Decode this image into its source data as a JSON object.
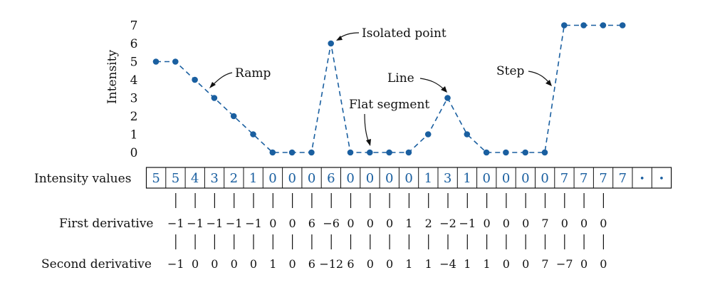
{
  "chart_data": {
    "type": "line",
    "ylabel": "Intensity",
    "y_ticks": [
      "0",
      "1",
      "2",
      "3",
      "4",
      "5",
      "6",
      "7"
    ],
    "ylim": [
      0,
      7
    ],
    "values": [
      5,
      5,
      4,
      3,
      2,
      1,
      0,
      0,
      0,
      6,
      0,
      0,
      0,
      0,
      1,
      3,
      1,
      0,
      0,
      0,
      0,
      7,
      7,
      7,
      7
    ],
    "line_style": "dashed",
    "color": "#1a5fa0",
    "annotations": [
      {
        "text": "Ramp",
        "point_index": 3
      },
      {
        "text": "Isolated point",
        "point_index": 9
      },
      {
        "text": "Flat segment",
        "point_index": 11
      },
      {
        "text": "Line",
        "point_index": 15
      },
      {
        "text": "Step",
        "point_index": 20
      }
    ]
  },
  "rows": {
    "intensity": {
      "label": "Intensity values",
      "cells": [
        "5",
        "5",
        "4",
        "3",
        "2",
        "1",
        "0",
        "0",
        "0",
        "6",
        "0",
        "0",
        "0",
        "0",
        "1",
        "3",
        "1",
        "0",
        "0",
        "0",
        "0",
        "7",
        "7",
        "7",
        "7",
        "•",
        "•"
      ]
    },
    "first": {
      "label": "First derivative",
      "values": [
        "−1",
        "−1",
        "−1",
        "−1",
        "−1",
        "0",
        "0",
        "6",
        "−6",
        "0",
        "0",
        "0",
        "1",
        "2",
        "−2",
        "−1",
        "0",
        "0",
        "0",
        "7",
        "0",
        "0",
        "0"
      ]
    },
    "second": {
      "label": "Second derivative",
      "values": [
        "−1",
        "0",
        "0",
        "0",
        "0",
        "1",
        "0",
        "6",
        "−12",
        "6",
        "0",
        "0",
        "1",
        "1",
        "−4",
        "1",
        "1",
        "0",
        "0",
        "7",
        "−7",
        "0",
        "0"
      ]
    }
  },
  "colors": {
    "series": "#1a5fa0",
    "text": "#111111"
  }
}
